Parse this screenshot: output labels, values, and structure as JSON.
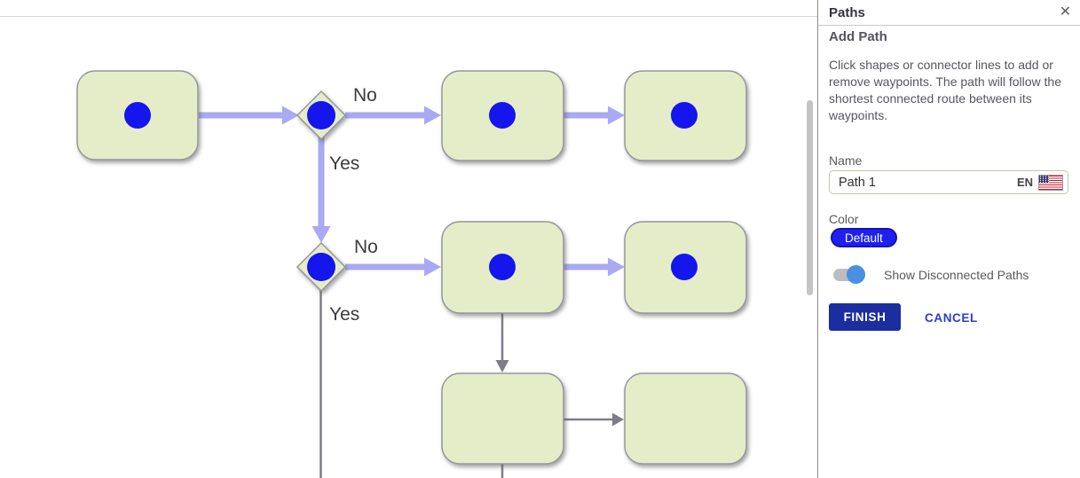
{
  "panel": {
    "title": "Paths",
    "close_icon": "✕",
    "section_title": "Add Path",
    "instructions": "Click shapes or connector lines to add or remove waypoints. The path will follow the shortest connected route between its waypoints.",
    "name_label": "Name",
    "name_field": {
      "value": "Path 1",
      "language_code": "EN",
      "flag_icon": "us-flag"
    },
    "color_label": "Color",
    "color_value": "Default",
    "toggle_label": "Show Disconnected Paths",
    "toggle_state": "on",
    "finish_label": "FINISH",
    "cancel_label": "CANCEL",
    "colors": {
      "finish_button_bg": "#1c2da0",
      "cancel_text": "#2e3dcb",
      "default_pill_bg": "#1f1ff0",
      "default_pill_border": "#1515ad",
      "toggle_knob": "#4a90e2",
      "toggle_track": "#bdbdbd"
    }
  },
  "diagram": {
    "branch_labels": {
      "no": "No",
      "yes": "Yes"
    },
    "waypoint_count": 7,
    "colors": {
      "node_fill": "#e4edc8",
      "node_border": "#96969e",
      "waypoint_blue": "#1515ee",
      "path_highlight_purple": "#a9a9f4",
      "connector_gray": "#7d7d8a"
    }
  }
}
